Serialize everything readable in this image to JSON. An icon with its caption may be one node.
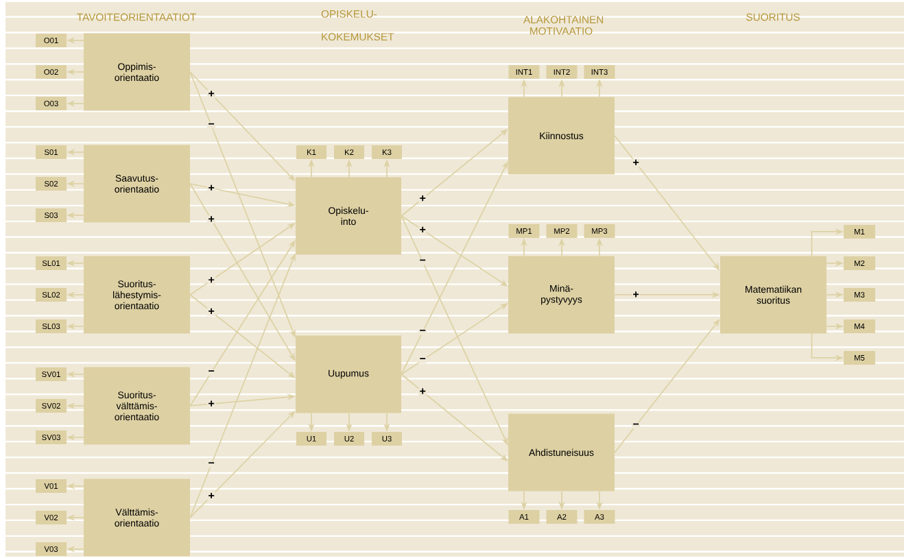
{
  "diagram": {
    "nodes": [
      {
        "text": [
          "Oppimis- orientaatio"
        ]
      },
      {
        "text": [
          "O01"
        ]
      },
      {
        "text": [
          "O02"
        ]
      },
      {
        "text": [
          "O03"
        ]
      },
      {
        "text": [
          "Saavutus- orientaatio"
        ]
      },
      {
        "text": [
          "S01"
        ]
      },
      {
        "text": [
          "S02"
        ]
      },
      {
        "text": [
          "S03"
        ]
      },
      {
        "text": [
          "Suoritus- lähestymis- orientaatio"
        ]
      },
      {
        "text": [
          "SL01"
        ]
      },
      {
        "text": [
          "SL02"
        ]
      },
      {
        "text": [
          "SL03"
        ]
      },
      {
        "text": [
          "Suoritus- välttämis- orientaatio"
        ]
      },
      {
        "text": [
          "SV01"
        ]
      },
      {
        "text": [
          "SV02"
        ]
      },
      {
        "text": [
          "SV03"
        ]
      },
      {
        "text": [
          "Välttämis- orientaatio"
        ]
      },
      {
        "text": [
          "V01"
        ]
      },
      {
        "text": [
          "V02"
        ]
      },
      {
        "text": [
          "V03"
        ]
      },
      {
        "text": [
          "Opiskelu- into"
        ]
      },
      {
        "text": [
          "K1"
        ]
      },
      {
        "text": [
          "K2"
        ]
      },
      {
        "text": [
          "K3"
        ]
      },
      {
        "text": [
          "Uupumus"
        ]
      },
      {
        "text": [
          "U1"
        ]
      },
      {
        "text": [
          "U2"
        ]
      },
      {
        "text": [
          "U3"
        ]
      },
      {
        "text": [
          "Kiinnostus"
        ]
      },
      {
        "text": [
          "INT1"
        ]
      },
      {
        "text": [
          "INT2"
        ]
      },
      {
        "text": [
          "INT3"
        ]
      },
      {
        "text": [
          "Minä- pystyvyys"
        ]
      },
      {
        "text": [
          "MP1"
        ]
      },
      {
        "text": [
          "MP2"
        ]
      },
      {
        "text": [
          "MP3"
        ]
      },
      {
        "text": [
          "Ahdistuneisuus"
        ]
      },
      {
        "text": [
          "A1"
        ]
      },
      {
        "text": [
          "A2"
        ]
      },
      {
        "text": [
          "A3"
        ]
      },
      {
        "text": [
          "Matematiikan suoritus"
        ]
      },
      {
        "text": [
          "M1"
        ]
      },
      {
        "text": [
          "M2"
        ]
      },
      {
        "text": [
          "M3"
        ]
      },
      {
        "text": [
          "M4"
        ]
      },
      {
        "text": [
          "M5"
        ]
      }
    ],
    "edges": [
      {
        "from": 0,
        "to": 20,
        "arrow": "to",
        "label": "+"
      },
      {
        "from": 0,
        "to": 24,
        "arrow": "to",
        "label": "−"
      },
      {
        "from": 4,
        "to": 20,
        "arrow": "to",
        "label": "+"
      },
      {
        "from": 4,
        "to": 24,
        "arrow": "to",
        "label": "+"
      },
      {
        "from": 8,
        "to": 20,
        "arrow": "to",
        "label": "+"
      },
      {
        "from": 8,
        "to": 24,
        "arrow": "to",
        "label": "+"
      },
      {
        "from": 12,
        "to": 20,
        "arrow": "to",
        "label": "−"
      },
      {
        "from": 12,
        "to": 24,
        "arrow": "to",
        "label": "+"
      },
      {
        "from": 16,
        "to": 20,
        "arrow": "to",
        "label": "−"
      },
      {
        "from": 16,
        "to": 24,
        "arrow": "to",
        "label": "+"
      },
      {
        "from": 20,
        "to": 28,
        "arrow": "to",
        "label": "+"
      },
      {
        "from": 20,
        "to": 32,
        "arrow": "to",
        "label": "+"
      },
      {
        "from": 20,
        "to": 36,
        "arrow": "to",
        "label": "−"
      },
      {
        "from": 24,
        "to": 28,
        "arrow": "to",
        "label": "−"
      },
      {
        "from": 24,
        "to": 32,
        "arrow": "to",
        "label": "−"
      },
      {
        "from": 24,
        "to": 36,
        "arrow": "to",
        "label": "+"
      },
      {
        "from": 28,
        "to": 40,
        "arrow": "to",
        "label": "+"
      },
      {
        "from": 32,
        "to": 40,
        "arrow": "to",
        "label": "+"
      },
      {
        "from": 36,
        "to": 40,
        "arrow": "to",
        "label": "−"
      },
      {
        "from": 0,
        "to": 1,
        "arrow": "to"
      },
      {
        "from": 0,
        "to": 2,
        "arrow": "to"
      },
      {
        "from": 0,
        "to": 3,
        "arrow": "to"
      },
      {
        "from": 4,
        "to": 5,
        "arrow": "to"
      },
      {
        "from": 4,
        "to": 6,
        "arrow": "to"
      },
      {
        "from": 4,
        "to": 7,
        "arrow": "to"
      },
      {
        "from": 8,
        "to": 9,
        "arrow": "to"
      },
      {
        "from": 8,
        "to": 10,
        "arrow": "to"
      },
      {
        "from": 8,
        "to": 11,
        "arrow": "to"
      },
      {
        "from": 12,
        "to": 13,
        "arrow": "to"
      },
      {
        "from": 12,
        "to": 14,
        "arrow": "to"
      },
      {
        "from": 12,
        "to": 15,
        "arrow": "to"
      },
      {
        "from": 16,
        "to": 17,
        "arrow": "to"
      },
      {
        "from": 16,
        "to": 18,
        "arrow": "to"
      },
      {
        "from": 16,
        "to": 19,
        "arrow": "to"
      },
      {
        "from": 20,
        "to": 21,
        "arrow": "to"
      },
      {
        "from": 20,
        "to": 22,
        "arrow": "to"
      },
      {
        "from": 20,
        "to": 23,
        "arrow": "to"
      },
      {
        "from": 24,
        "to": 25,
        "arrow": "to"
      },
      {
        "from": 24,
        "to": 26,
        "arrow": "to"
      },
      {
        "from": 24,
        "to": 27,
        "arrow": "to"
      },
      {
        "from": 28,
        "to": 29,
        "arrow": "to"
      },
      {
        "from": 28,
        "to": 30,
        "arrow": "to"
      },
      {
        "from": 28,
        "to": 31,
        "arrow": "to"
      },
      {
        "from": 32,
        "to": 33,
        "arrow": "to"
      },
      {
        "from": 32,
        "to": 34,
        "arrow": "to"
      },
      {
        "from": 32,
        "to": 35,
        "arrow": "to"
      },
      {
        "from": 36,
        "to": 37,
        "arrow": "to"
      },
      {
        "from": 36,
        "to": 38,
        "arrow": "to"
      },
      {
        "from": 36,
        "to": 39,
        "arrow": "to"
      },
      {
        "from": 40,
        "to": 41,
        "arrow": "to"
      },
      {
        "from": 40,
        "to": 42,
        "arrow": "to"
      },
      {
        "from": 40,
        "to": 43,
        "arrow": "to"
      },
      {
        "from": 40,
        "to": 44,
        "arrow": "to"
      },
      {
        "from": 40,
        "to": 45,
        "arrow": "to"
      }
    ],
    "labels": [
      "TAVOITEORIENTAATIOT",
      "OPISKELU- KOKEMUKSET",
      "ALAKOHTAINEN MOTIVAATIO",
      "SUORITUS"
    ]
  }
}
